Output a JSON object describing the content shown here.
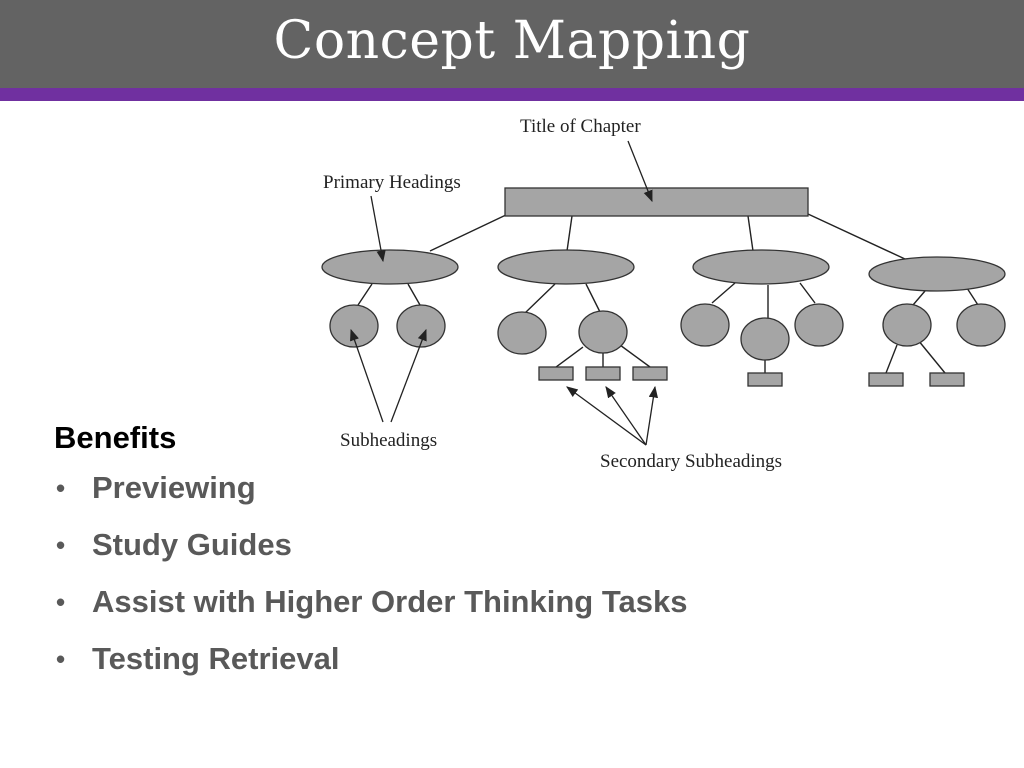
{
  "slide": {
    "title": "Concept Mapping"
  },
  "colors": {
    "header_bg": "#636363",
    "accent_bar": "#7030a0",
    "shape_fill": "#a5a5a5"
  },
  "diagram": {
    "labels": {
      "title_of_chapter": "Title of Chapter",
      "primary_headings": "Primary Headings",
      "subheadings": "Subheadings",
      "secondary_subheadings": "Secondary Subheadings"
    }
  },
  "benefits": {
    "heading": "Benefits",
    "items": [
      "Previewing",
      "Study Guides",
      "Assist with Higher Order Thinking Tasks",
      "Testing Retrieval"
    ]
  }
}
